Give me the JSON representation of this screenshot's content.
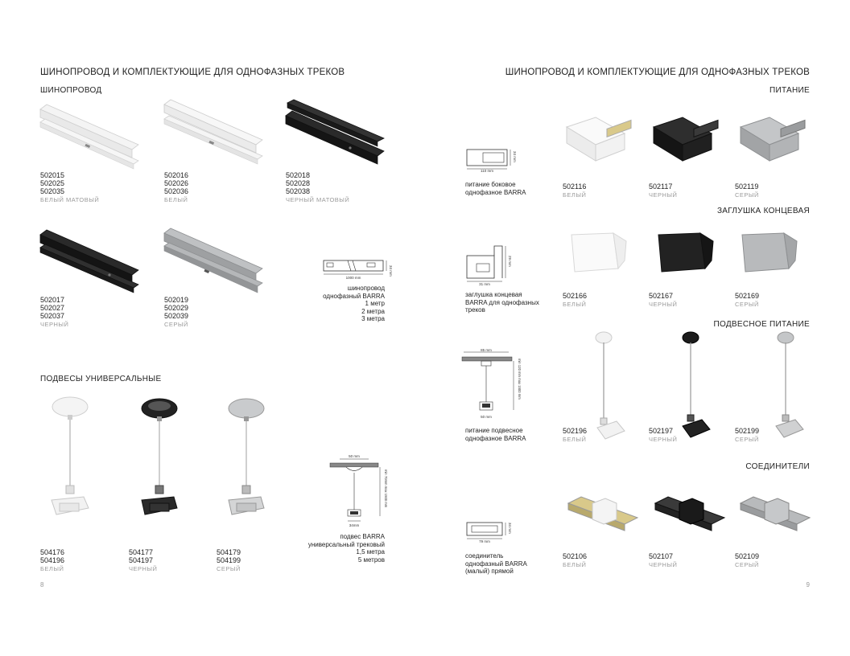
{
  "left_page": {
    "title": "ШИНОПРОВОД И КОМПЛЕКТУЮЩИЕ ДЛЯ ОДНОФАЗНЫХ ТРЕКОВ",
    "section_rails": "ШИНОПРОВОД",
    "rails": [
      {
        "codes": [
          "502015",
          "502025",
          "502035"
        ],
        "color": "БЕЛЫЙ МАТОВЫЙ"
      },
      {
        "codes": [
          "502016",
          "502026",
          "502036"
        ],
        "color": "БЕЛЫЙ"
      },
      {
        "codes": [
          "502018",
          "502028",
          "502038"
        ],
        "color": "ЧЕРНЫЙ МАТОВЫЙ"
      },
      {
        "codes": [
          "502017",
          "502027",
          "502037"
        ],
        "color": "ЧЕРНЫЙ"
      },
      {
        "codes": [
          "502019",
          "502029",
          "502039"
        ],
        "color": "СЕРЫЙ"
      }
    ],
    "rail_drawing": {
      "dim_w": "1000 mm",
      "dim_h": "34 mm",
      "caption": [
        "шинопровод",
        "однофазный BARRA",
        "1 метр",
        "2 метра",
        "3 метра"
      ]
    },
    "section_hangers": "ПОДВЕСЫ УНИВЕРСАЛЬНЫЕ",
    "hangers": [
      {
        "codes": [
          "504176",
          "504196"
        ],
        "color": "БЕЛЫЙ"
      },
      {
        "codes": [
          "504177",
          "504197"
        ],
        "color": "ЧЕРНЫЙ"
      },
      {
        "codes": [
          "504179",
          "504199"
        ],
        "color": "СЕРЫЙ"
      }
    ],
    "hanger_drawing": {
      "dim_top": "50 mm",
      "dim_h": "min 70mm max 1500 mm",
      "dim_bottom": "34mm",
      "caption": [
        "подвес BARRA",
        "универсальный трековый",
        "1,5 метра",
        "5 метров"
      ]
    },
    "page_number": "8"
  },
  "right_page": {
    "title": "ШИНОПРОВОД И КОМПЛЕКТУЮЩИЕ ДЛЯ ОДНОФАЗНЫХ ТРЕКОВ",
    "sections": [
      {
        "heading": "ПИТАНИЕ",
        "drawing": {
          "dim_w": "110 mm",
          "dim_h": "34 mm"
        },
        "caption": [
          "питание боковое",
          "однофазное BARRA"
        ],
        "items": [
          {
            "code": "502116",
            "color": "БЕЛЫЙ"
          },
          {
            "code": "502117",
            "color": "ЧЕРНЫЙ"
          },
          {
            "code": "502119",
            "color": "СЕРЫЙ"
          }
        ]
      },
      {
        "heading": "ЗАГЛУШКА КОНЦЕВАЯ",
        "drawing": {
          "dim_w": "31 mm",
          "dim_h": "29 mm"
        },
        "caption": [
          "заглушка концевая",
          "BARRA для однофазных",
          "треков"
        ],
        "items": [
          {
            "code": "502166",
            "color": "БЕЛЫЙ"
          },
          {
            "code": "502167",
            "color": "ЧЕРНЫЙ"
          },
          {
            "code": "502169",
            "color": "СЕРЫЙ"
          }
        ]
      },
      {
        "heading": "ПОДВЕСНОЕ ПИТАНИЕ",
        "drawing": {
          "dim_w": "85 mm",
          "dim_h": "min 120 mm max 1500 mm",
          "dim_bottom": "50 mm"
        },
        "caption": [
          "питание подвесное",
          "однофазное BARRA"
        ],
        "items": [
          {
            "code": "502196",
            "color": "БЕЛЫЙ"
          },
          {
            "code": "502197",
            "color": "ЧЕРНЫЙ"
          },
          {
            "code": "502199",
            "color": "СЕРЫЙ"
          }
        ]
      },
      {
        "heading": "СОЕДИНИТЕЛИ",
        "drawing": {
          "dim_w": "79 mm",
          "dim_h": "34 mm"
        },
        "caption": [
          "соединитель",
          "однофазный BARRA",
          "(малый) прямой"
        ],
        "items": [
          {
            "code": "502106",
            "color": "БЕЛЫЙ"
          },
          {
            "code": "502107",
            "color": "ЧЕРНЫЙ"
          },
          {
            "code": "502109",
            "color": "СЕРЫЙ"
          }
        ]
      }
    ],
    "page_number": "9"
  },
  "colors": {
    "white_product": "#f2f2f2",
    "black_product": "#1c1c1c",
    "grey_product": "#a9abad",
    "label_grey": "#9a9a9a"
  }
}
